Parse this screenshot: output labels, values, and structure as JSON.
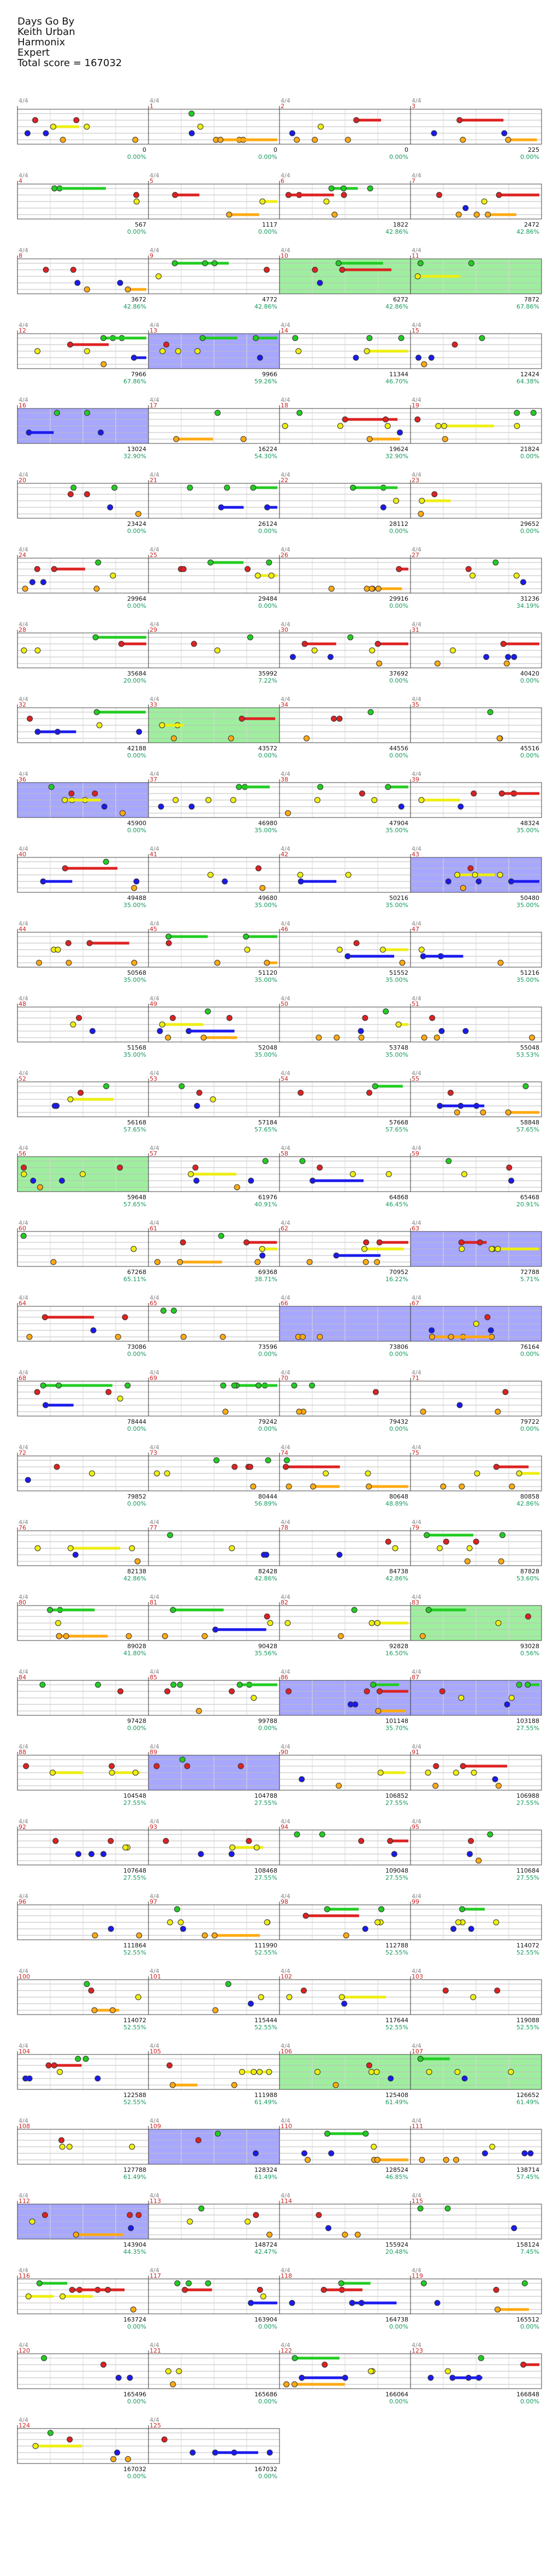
{
  "header": {
    "song": "Days Go By",
    "artist": "Keith Urban",
    "instrument": "Harmonix",
    "difficulty": "Expert",
    "total_score": "Total score = 167032"
  },
  "colors": {
    "green": "#22cc22",
    "red": "#dd2222",
    "yellow": "#eeee11",
    "blue": "#1a1aee",
    "orange": "#ffaa11",
    "overdrive": "#7fe87f",
    "solo": "#8a8aff",
    "measure_number": "#cc2222",
    "score_percent": "#159a5c"
  },
  "measures": [
    {
      "n": "",
      "s": "0",
      "p": "0.00%"
    },
    {
      "n": "1",
      "s": "0",
      "p": "0.00%"
    },
    {
      "n": "2",
      "s": "0",
      "p": "0.00%"
    },
    {
      "n": "3",
      "s": "225",
      "p": "0.00%"
    },
    {
      "n": "4",
      "s": "567",
      "p": "0.00%"
    },
    {
      "n": "5",
      "s": "1117",
      "p": "0.00%"
    },
    {
      "n": "6",
      "s": "1822",
      "p": "42.86%"
    },
    {
      "n": "7",
      "s": "2472",
      "p": "42.86%"
    },
    {
      "n": "8",
      "s": "3672",
      "p": "42.86%"
    },
    {
      "n": "9",
      "s": "4772",
      "p": "42.86%"
    },
    {
      "n": "10",
      "s": "6272",
      "p": "42.86%"
    },
    {
      "n": "11",
      "s": "7872",
      "p": "67.86%"
    },
    {
      "n": "12",
      "s": "7966",
      "p": "67.86%"
    },
    {
      "n": "13",
      "s": "9966",
      "p": "59.26%"
    },
    {
      "n": "14",
      "s": "11344",
      "p": "46.70%"
    },
    {
      "n": "15",
      "s": "12424",
      "p": "64.38%"
    },
    {
      "n": "16",
      "s": "13024",
      "p": "32.90%"
    },
    {
      "n": "17",
      "s": "16224",
      "p": "54.30%"
    },
    {
      "n": "18",
      "s": "19624",
      "p": "32.90%"
    },
    {
      "n": "19",
      "s": "21824",
      "p": "0.00%"
    },
    {
      "n": "20",
      "s": "23424",
      "p": "0.00%"
    },
    {
      "n": "21",
      "s": "26124",
      "p": "0.00%"
    },
    {
      "n": "22",
      "s": "28112",
      "p": "0.00%"
    },
    {
      "n": "23",
      "s": "29652",
      "p": "0.00%"
    },
    {
      "n": "24",
      "s": "29964",
      "p": "0.00%"
    },
    {
      "n": "25",
      "s": "29484",
      "p": "0.00%"
    },
    {
      "n": "26",
      "s": "29916",
      "p": "0.00%"
    },
    {
      "n": "27",
      "s": "31236",
      "p": "34.19%"
    },
    {
      "n": "28",
      "s": "35684",
      "p": "20.00%"
    },
    {
      "n": "29",
      "s": "35992",
      "p": "7.22%"
    },
    {
      "n": "30",
      "s": "37692",
      "p": "0.00%"
    },
    {
      "n": "31",
      "s": "40420",
      "p": "0.00%"
    },
    {
      "n": "32",
      "s": "42188",
      "p": "0.00%"
    },
    {
      "n": "33",
      "s": "43572",
      "p": "0.00%"
    },
    {
      "n": "34",
      "s": "44556",
      "p": "0.00%"
    },
    {
      "n": "35",
      "s": "45516",
      "p": "0.00%"
    },
    {
      "n": "36",
      "s": "45900",
      "p": "0.00%"
    },
    {
      "n": "37",
      "s": "46980",
      "p": "35.00%"
    },
    {
      "n": "38",
      "s": "47904",
      "p": "35.00%"
    },
    {
      "n": "39",
      "s": "48324",
      "p": "35.00%"
    },
    {
      "n": "40",
      "s": "49488",
      "p": "35.00%"
    },
    {
      "n": "41",
      "s": "49680",
      "p": "35.00%"
    },
    {
      "n": "42",
      "s": "50216",
      "p": "35.00%"
    },
    {
      "n": "43",
      "s": "50480",
      "p": "35.00%"
    },
    {
      "n": "44",
      "s": "50568",
      "p": "35.00%"
    },
    {
      "n": "45",
      "s": "51120",
      "p": "35.00%"
    },
    {
      "n": "46",
      "s": "51552",
      "p": "35.00%"
    },
    {
      "n": "47",
      "s": "51216",
      "p": "35.00%"
    },
    {
      "n": "48",
      "s": "51568",
      "p": "35.00%"
    },
    {
      "n": "49",
      "s": "52048",
      "p": "35.00%"
    },
    {
      "n": "50",
      "s": "53748",
      "p": "35.00%"
    },
    {
      "n": "51",
      "s": "55048",
      "p": "53.53%"
    },
    {
      "n": "52",
      "s": "56168",
      "p": "57.65%"
    },
    {
      "n": "53",
      "s": "57184",
      "p": "57.65%"
    },
    {
      "n": "54",
      "s": "57668",
      "p": "57.65%"
    },
    {
      "n": "55",
      "s": "58848",
      "p": "57.65%"
    },
    {
      "n": "56",
      "s": "59648",
      "p": "57.65%"
    },
    {
      "n": "57",
      "s": "61976",
      "p": "40.91%"
    },
    {
      "n": "58",
      "s": "64868",
      "p": "46.45%"
    },
    {
      "n": "59",
      "s": "65468",
      "p": "20.91%"
    },
    {
      "n": "60",
      "s": "67268",
      "p": "65.11%"
    },
    {
      "n": "61",
      "s": "69368",
      "p": "38.71%"
    },
    {
      "n": "62",
      "s": "70952",
      "p": "16.22%"
    },
    {
      "n": "63",
      "s": "72788",
      "p": "5.71%"
    },
    {
      "n": "64",
      "s": "73086",
      "p": "0.00%"
    },
    {
      "n": "65",
      "s": "73596",
      "p": "0.00%"
    },
    {
      "n": "66",
      "s": "73806",
      "p": "0.00%"
    },
    {
      "n": "67",
      "s": "76164",
      "p": "0.00%"
    },
    {
      "n": "68",
      "s": "78444",
      "p": "0.00%"
    },
    {
      "n": "69",
      "s": "79242",
      "p": "0.00%"
    },
    {
      "n": "70",
      "s": "79432",
      "p": "0.00%"
    },
    {
      "n": "71",
      "s": "79722",
      "p": "0.00%"
    },
    {
      "n": "72",
      "s": "79852",
      "p": "0.00%"
    },
    {
      "n": "73",
      "s": "80444",
      "p": "56.89%"
    },
    {
      "n": "74",
      "s": "80648",
      "p": "48.89%"
    },
    {
      "n": "75",
      "s": "80858",
      "p": "42.86%"
    },
    {
      "n": "76",
      "s": "82138",
      "p": "42.86%"
    },
    {
      "n": "77",
      "s": "82428",
      "p": "42.86%"
    },
    {
      "n": "78",
      "s": "84738",
      "p": "42.86%"
    },
    {
      "n": "79",
      "s": "87828",
      "p": "53.60%"
    },
    {
      "n": "80",
      "s": "89028",
      "p": "41.80%"
    },
    {
      "n": "81",
      "s": "90428",
      "p": "35.56%"
    },
    {
      "n": "82",
      "s": "92828",
      "p": "16.50%"
    },
    {
      "n": "83",
      "s": "93028",
      "p": "0.56%"
    },
    {
      "n": "84",
      "s": "97428",
      "p": "0.00%"
    },
    {
      "n": "85",
      "s": "99788",
      "p": "0.00%"
    },
    {
      "n": "86",
      "s": "101148",
      "p": "35.70%"
    },
    {
      "n": "87",
      "s": "103188",
      "p": "27.55%"
    },
    {
      "n": "88",
      "s": "104548",
      "p": "27.55%"
    },
    {
      "n": "89",
      "s": "104788",
      "p": "27.55%"
    },
    {
      "n": "90",
      "s": "106852",
      "p": "27.55%"
    },
    {
      "n": "91",
      "s": "106988",
      "p": "27.55%"
    },
    {
      "n": "92",
      "s": "107648",
      "p": "27.55%"
    },
    {
      "n": "93",
      "s": "108468",
      "p": "27.55%"
    },
    {
      "n": "94",
      "s": "109048",
      "p": "27.55%"
    },
    {
      "n": "95",
      "s": "110684",
      "p": "27.55%"
    },
    {
      "n": "96",
      "s": "111864",
      "p": "52.55%"
    },
    {
      "n": "97",
      "s": "111990",
      "p": "52.55%"
    },
    {
      "n": "98",
      "s": "112788",
      "p": "52.55%"
    },
    {
      "n": "99",
      "s": "114072",
      "p": "52.55%"
    },
    {
      "n": "100",
      "s": "114072",
      "p": "52.55%"
    },
    {
      "n": "101",
      "s": "115444",
      "p": "52.55%"
    },
    {
      "n": "102",
      "s": "117644",
      "p": "52.55%"
    },
    {
      "n": "103",
      "s": "119088",
      "p": "52.55%"
    },
    {
      "n": "104",
      "s": "122588",
      "p": "52.55%"
    },
    {
      "n": "105",
      "s": "111988",
      "p": "61.49%"
    },
    {
      "n": "106",
      "s": "125408",
      "p": "61.49%"
    },
    {
      "n": "107",
      "s": "126652",
      "p": "61.49%"
    },
    {
      "n": "108",
      "s": "127788",
      "p": "61.49%"
    },
    {
      "n": "109",
      "s": "128324",
      "p": "61.49%"
    },
    {
      "n": "110",
      "s": "128524",
      "p": "46.85%"
    },
    {
      "n": "111",
      "s": "138714",
      "p": "57.45%"
    },
    {
      "n": "112",
      "s": "143904",
      "p": "44.35%"
    },
    {
      "n": "113",
      "s": "148724",
      "p": "42.47%"
    },
    {
      "n": "114",
      "s": "155924",
      "p": "20.48%"
    },
    {
      "n": "115",
      "s": "158124",
      "p": "7.45%"
    },
    {
      "n": "116",
      "s": "163724",
      "p": "0.00%"
    },
    {
      "n": "117",
      "s": "163904",
      "p": "0.00%"
    },
    {
      "n": "118",
      "s": "164738",
      "p": "0.00%"
    },
    {
      "n": "119",
      "s": "165512",
      "p": "0.00%"
    },
    {
      "n": "120",
      "s": "165496",
      "p": "0.00%"
    },
    {
      "n": "121",
      "s": "165686",
      "p": "0.00%"
    },
    {
      "n": "122",
      "s": "166064",
      "p": "0.00%"
    },
    {
      "n": "123",
      "s": "166848",
      "p": "0.00%"
    },
    {
      "n": "124",
      "s": "167032",
      "p": "0.00%"
    },
    {
      "n": "125",
      "s": "167032",
      "p": "0.00%"
    }
  ]
}
